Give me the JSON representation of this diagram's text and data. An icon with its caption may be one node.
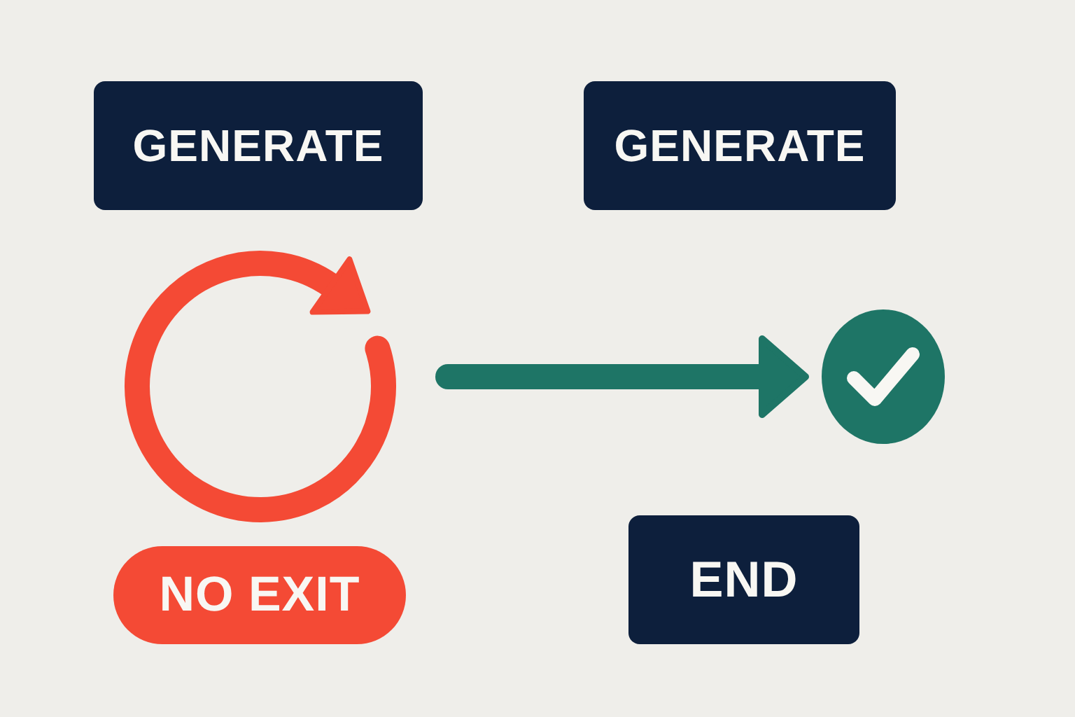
{
  "diagram": {
    "nodes": [
      {
        "text": [
          "GENERATE"
        ]
      },
      {
        "text": [
          "GENERATE"
        ]
      },
      {
        "text": [],
        "shape": "circle"
      },
      {
        "text": [
          "NO EXIT"
        ]
      },
      {
        "text": [
          "END"
        ]
      }
    ],
    "edges": [
      {
        "from": null,
        "to": 2,
        "arrow": "to"
      }
    ]
  }
}
